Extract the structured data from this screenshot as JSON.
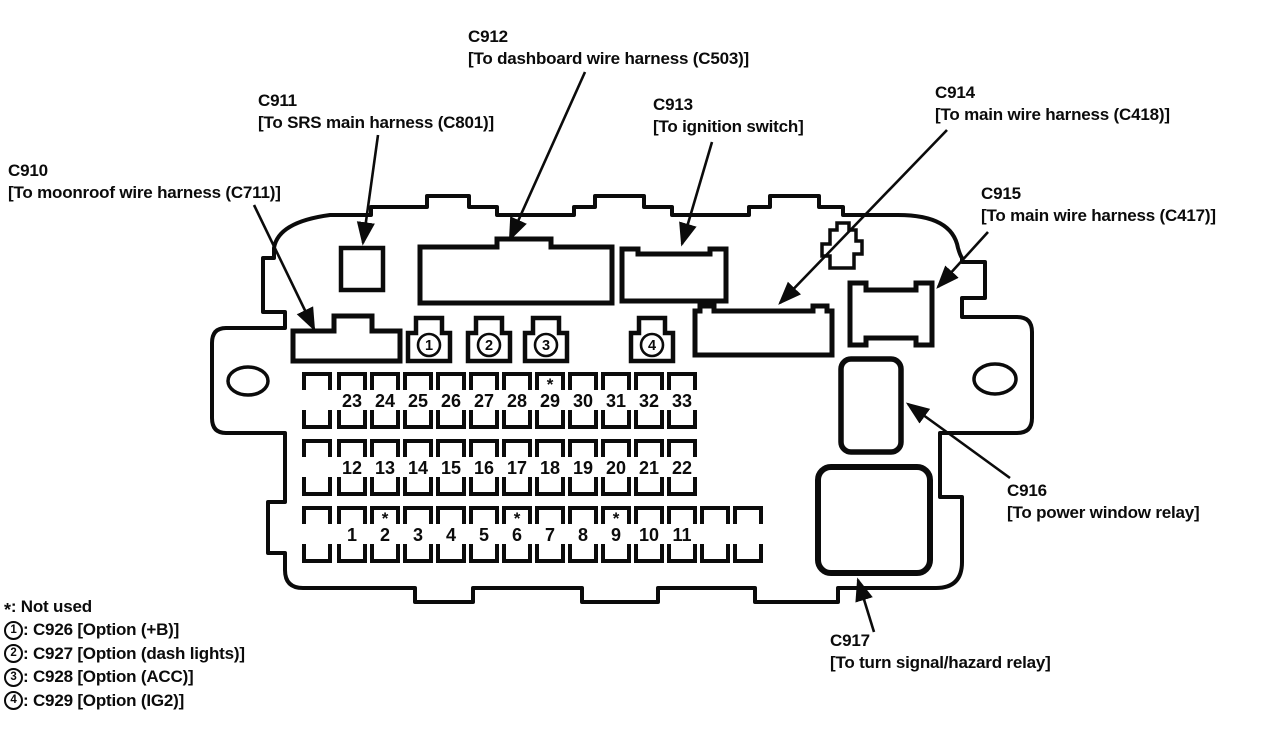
{
  "ink": "#0b0b0b",
  "background": "#ffffff",
  "not_used_marker": "*",
  "labels": [
    {
      "id": "c910",
      "name": "C910",
      "desc": "[To moonroof wire harness (C711)]"
    },
    {
      "id": "c911",
      "name": "C911",
      "desc": "[To SRS main harness (C801)]"
    },
    {
      "id": "c912",
      "name": "C912",
      "desc": "[To dashboard wire harness (C503)]"
    },
    {
      "id": "c913",
      "name": "C913",
      "desc": "[To ignition switch]"
    },
    {
      "id": "c914",
      "name": "C914",
      "desc": "[To main wire harness (C418)]"
    },
    {
      "id": "c915",
      "name": "C915",
      "desc": "[To main wire harness (C417)]"
    },
    {
      "id": "c916",
      "name": "C916",
      "desc": "[To power window relay]"
    },
    {
      "id": "c917",
      "name": "C917",
      "desc": "[To turn signal/hazard relay]"
    }
  ],
  "fuse_rows": [
    {
      "numbers": [
        "23",
        "24",
        "25",
        "26",
        "27",
        "28",
        "29",
        "30",
        "31",
        "32",
        "33"
      ],
      "not_used": [
        "29"
      ],
      "leading_blanks": 1,
      "trailing_blanks": 0
    },
    {
      "numbers": [
        "12",
        "13",
        "14",
        "15",
        "16",
        "17",
        "18",
        "19",
        "20",
        "21",
        "22"
      ],
      "not_used": [],
      "leading_blanks": 1,
      "trailing_blanks": 0
    },
    {
      "numbers": [
        "1",
        "2",
        "3",
        "4",
        "5",
        "6",
        "7",
        "8",
        "9",
        "10",
        "11"
      ],
      "not_used": [
        "2",
        "6",
        "9"
      ],
      "leading_blanks": 1,
      "trailing_blanks": 2
    }
  ],
  "option_connectors": [
    "1",
    "2",
    "3",
    "4"
  ],
  "legend": {
    "star": {
      "symbol": "*",
      "text": ": Not used"
    },
    "items": [
      {
        "num": "1",
        "text": ": C926 [Option (+B)]"
      },
      {
        "num": "2",
        "text": ": C927 [Option (dash lights)]"
      },
      {
        "num": "3",
        "text": ": C928 [Option (ACC)]"
      },
      {
        "num": "4",
        "text": ": C929 [Option (IG2)]"
      }
    ]
  }
}
